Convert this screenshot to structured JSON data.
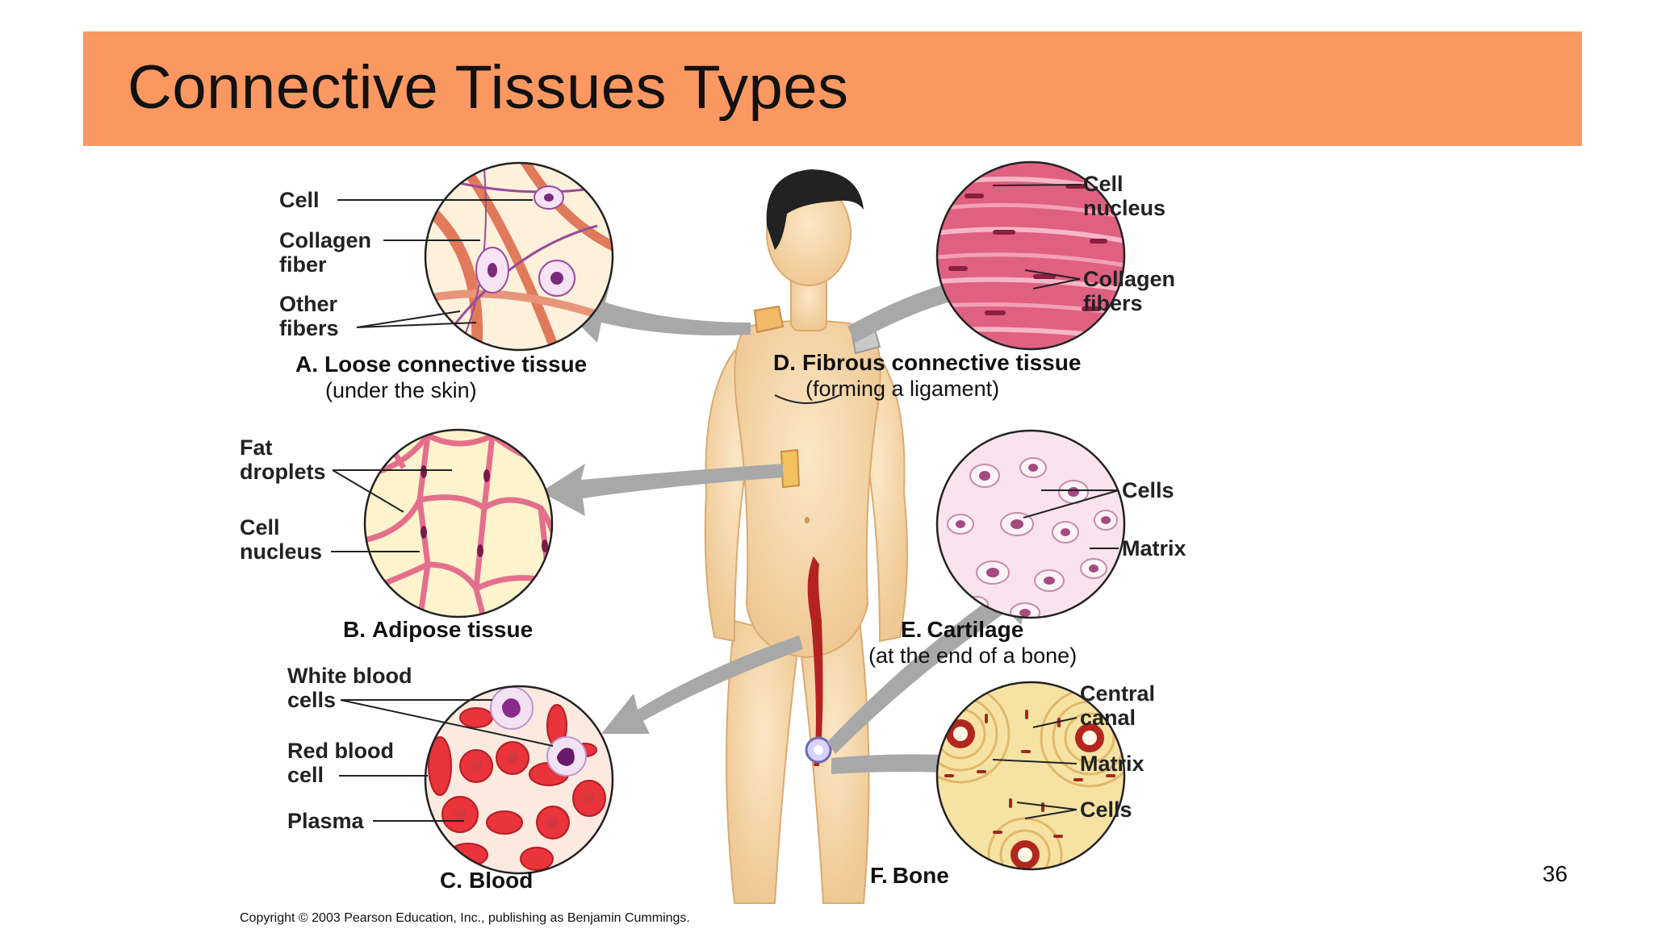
{
  "slide": {
    "title": "Connective Tissues Types",
    "page_number": "36"
  },
  "panels": {
    "a": {
      "caption_letter": "A.",
      "caption": "Loose connective tissue",
      "subcaption": "(under the skin)",
      "labels": [
        "Cell",
        "Collagen",
        "fiber",
        "Other",
        "fibers"
      ]
    },
    "b": {
      "caption_letter": "B.",
      "caption": "Adipose tissue",
      "labels": [
        "Fat",
        "droplets",
        "Cell",
        "nucleus"
      ]
    },
    "c": {
      "caption_letter": "C.",
      "caption": "Blood",
      "labels": [
        "White blood",
        "cells",
        "Red blood",
        "cell",
        "Plasma"
      ]
    },
    "d": {
      "caption_letter": "D.",
      "caption": "Fibrous connective tissue",
      "subcaption": "(forming a ligament)",
      "labels": [
        "Cell",
        "nucleus",
        "Collagen",
        "fibers"
      ]
    },
    "e": {
      "caption_letter": "E.",
      "caption": "Cartilage",
      "subcaption": "(at the end of a bone)",
      "labels": [
        "Cells",
        "Matrix"
      ]
    },
    "f": {
      "caption_letter": "F.",
      "caption": "Bone",
      "labels": [
        "Central",
        "canal",
        "Matrix",
        "Cells"
      ]
    }
  },
  "copyright": "Copyright © 2003 Pearson Education, Inc., publishing as Benjamin Cummings.",
  "colors": {
    "title_bar": "#fb9862",
    "skin": "#f7dcae",
    "arrow": "#a8a8a8",
    "tissue_pink": "#e46f8c",
    "fat_yellow": "#fdf3cd"
  }
}
